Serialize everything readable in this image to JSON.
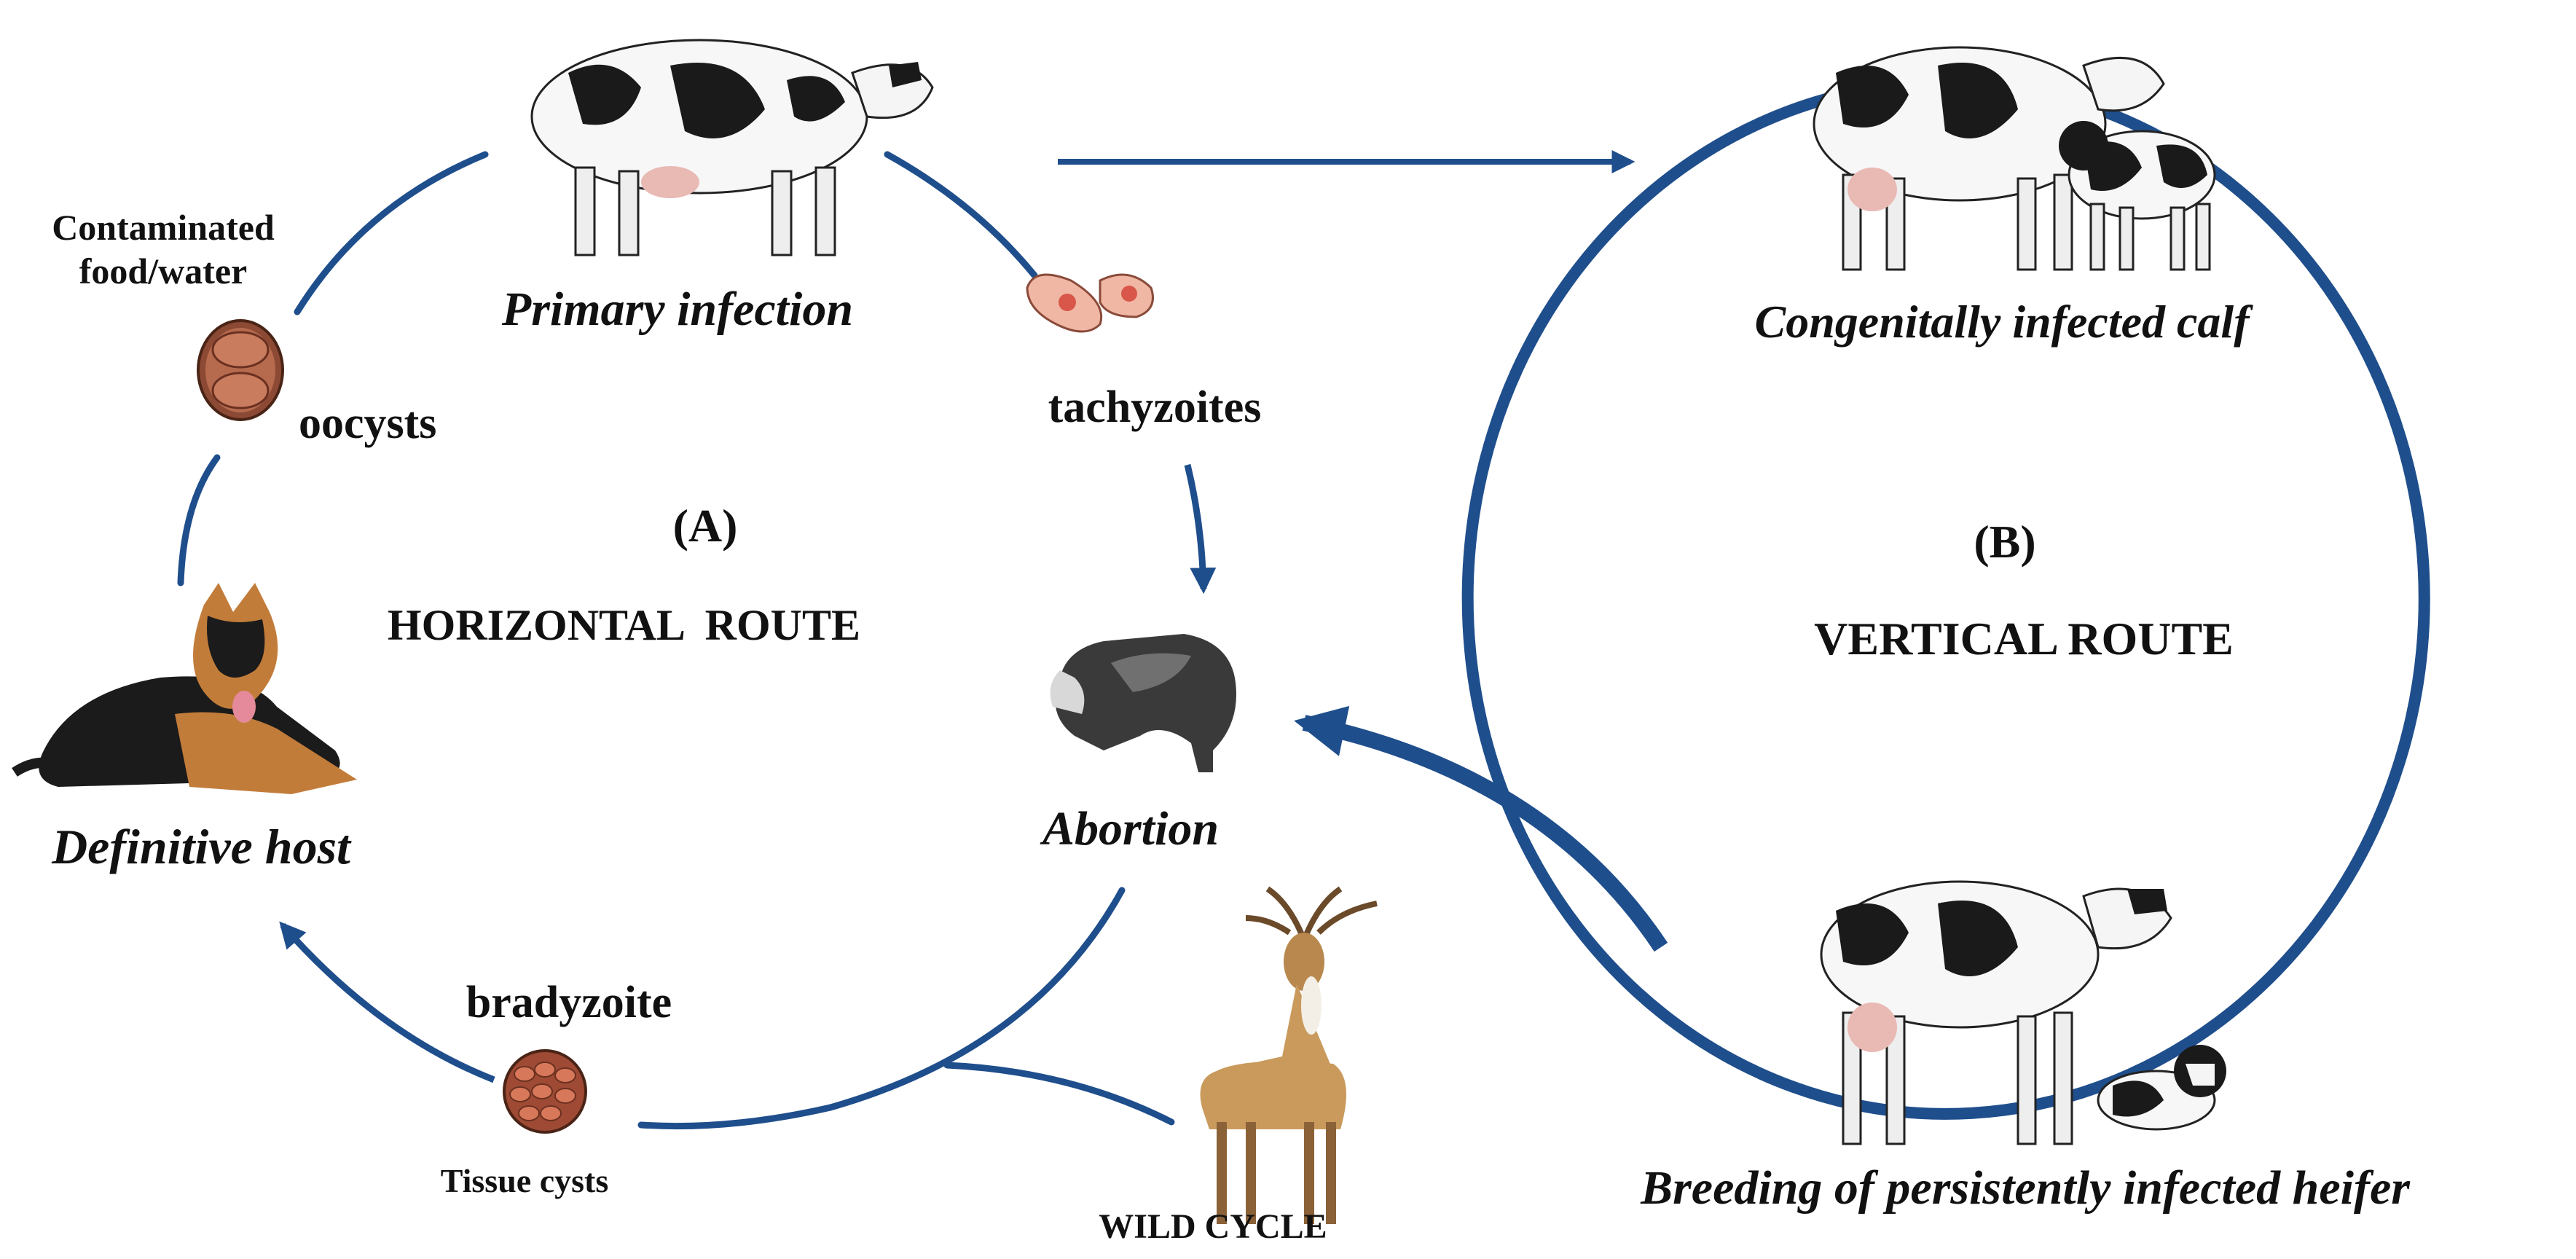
{
  "panel_a": {
    "label": "(A)",
    "title": "HORIZONTAL  ROUTE",
    "nodes": {
      "primary_infection": "Primary infection",
      "tachyzoites": "tachyzoites",
      "abortion": "Abortion",
      "tissue_cysts": "Tissue cysts",
      "bradyzoite": "bradyzoite",
      "definitive_host": "Definitive host",
      "oocysts": "oocysts",
      "contaminated": "Contaminated food/water",
      "wild_cycle": "WILD CYCLE"
    }
  },
  "panel_b": {
    "label": "(B)",
    "title": "VERTICAL ROUTE",
    "nodes": {
      "congenital": "Congenitally infected calf",
      "breeding": "Breeding of persistently infected heifer"
    }
  },
  "colors": {
    "route": "#1f4e8c",
    "arrow": "#1f4e8c",
    "oocyst": "#9c4a2e",
    "cyst": "#c4624a",
    "tachyzoite": "#f0b8a4"
  },
  "icons": [
    "cow-icon",
    "calf-icon",
    "dog-icon",
    "deer-icon",
    "aborted-fetus-icon",
    "oocyst-icon",
    "tissue-cyst-icon",
    "tachyzoite-icon"
  ]
}
